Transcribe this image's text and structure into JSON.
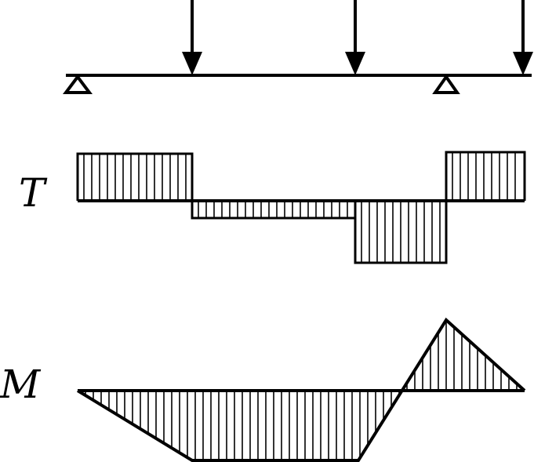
{
  "labels": {
    "shear": "T",
    "moment": "M"
  },
  "beam": {
    "supports": 2,
    "point_loads": 3
  },
  "colors": {
    "ink": "#000000",
    "background": "#ffffff"
  }
}
